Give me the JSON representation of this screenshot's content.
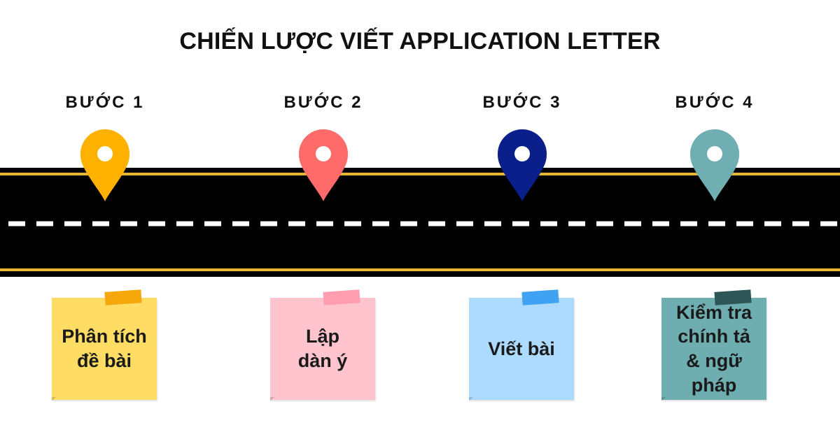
{
  "title": "CHIẾN LƯỢC VIẾT APPLICATION LETTER",
  "steps": [
    {
      "label": "BƯỚC 1",
      "text": "Phân tích\nđề bài",
      "pin_color": "#FFB100",
      "note_color": "#FFDC63",
      "tape_color": "#F5A70B",
      "text_color": "#1a1a1a"
    },
    {
      "label": "BƯỚC 2",
      "text": "Lập\ndàn ý",
      "pin_color": "#FF6B6B",
      "note_color": "#FFC4CE",
      "tape_color": "#FF9EAE",
      "text_color": "#1a1a1a"
    },
    {
      "label": "BƯỚC 3",
      "text": "Viết bài",
      "pin_color": "#0A1F8A",
      "note_color": "#ADDAFF",
      "tape_color": "#3FA2F2",
      "text_color": "#1a1a1a"
    },
    {
      "label": "BƯỚC 4",
      "text": "Kiểm tra\nchính tả\n& ngữ\npháp",
      "pin_color": "#6FAFB1",
      "note_color": "#6FAEB0",
      "tape_color": "#2F5656",
      "text_color": "#1a1a1a"
    }
  ],
  "road": {
    "asphalt_color": "#000000",
    "edge_line_color": "#E8B631",
    "center_line_color": "#FFFFFF"
  }
}
